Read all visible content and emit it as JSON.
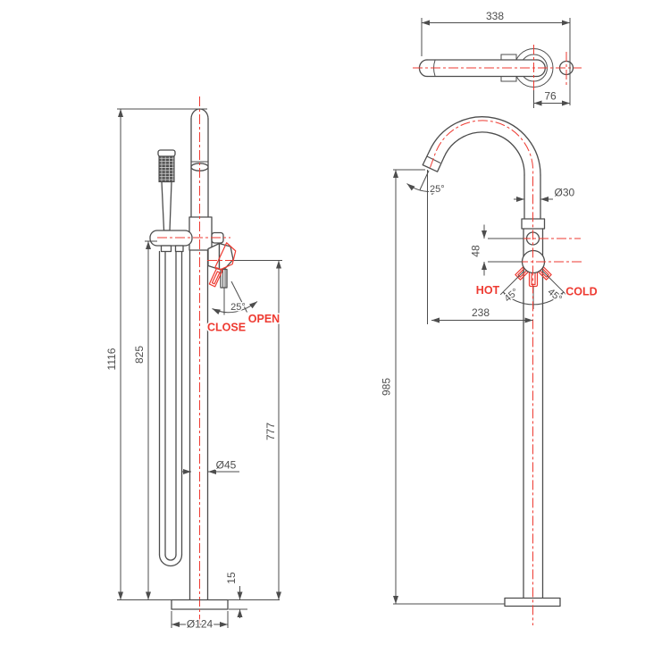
{
  "drawing": {
    "side_view": {
      "dim_total_height": "1116",
      "dim_holder_height": "825",
      "dim_handle_height": "777",
      "dim_riser_diameter": "Ø45",
      "dim_base_diameter": "Ø124",
      "dim_base_thickness": "15",
      "handle_angle": "25°",
      "label_open": "OPEN",
      "label_close": "CLOSE"
    },
    "top_view": {
      "dim_spout_reach": "338",
      "dim_spout_offset": "76"
    },
    "front_view": {
      "dim_column_height": "985",
      "dim_spout_projection": "238",
      "dim_spout_diameter": "Ø30",
      "dim_diverter_spacing": "48",
      "spout_angle": "25°",
      "label_hot": "HOT",
      "label_cold": "COLD",
      "hot_angle": "45°",
      "cold_angle": "45°"
    },
    "colors": {
      "line": "#4d4d4d",
      "accent": "#ee3a31"
    }
  }
}
